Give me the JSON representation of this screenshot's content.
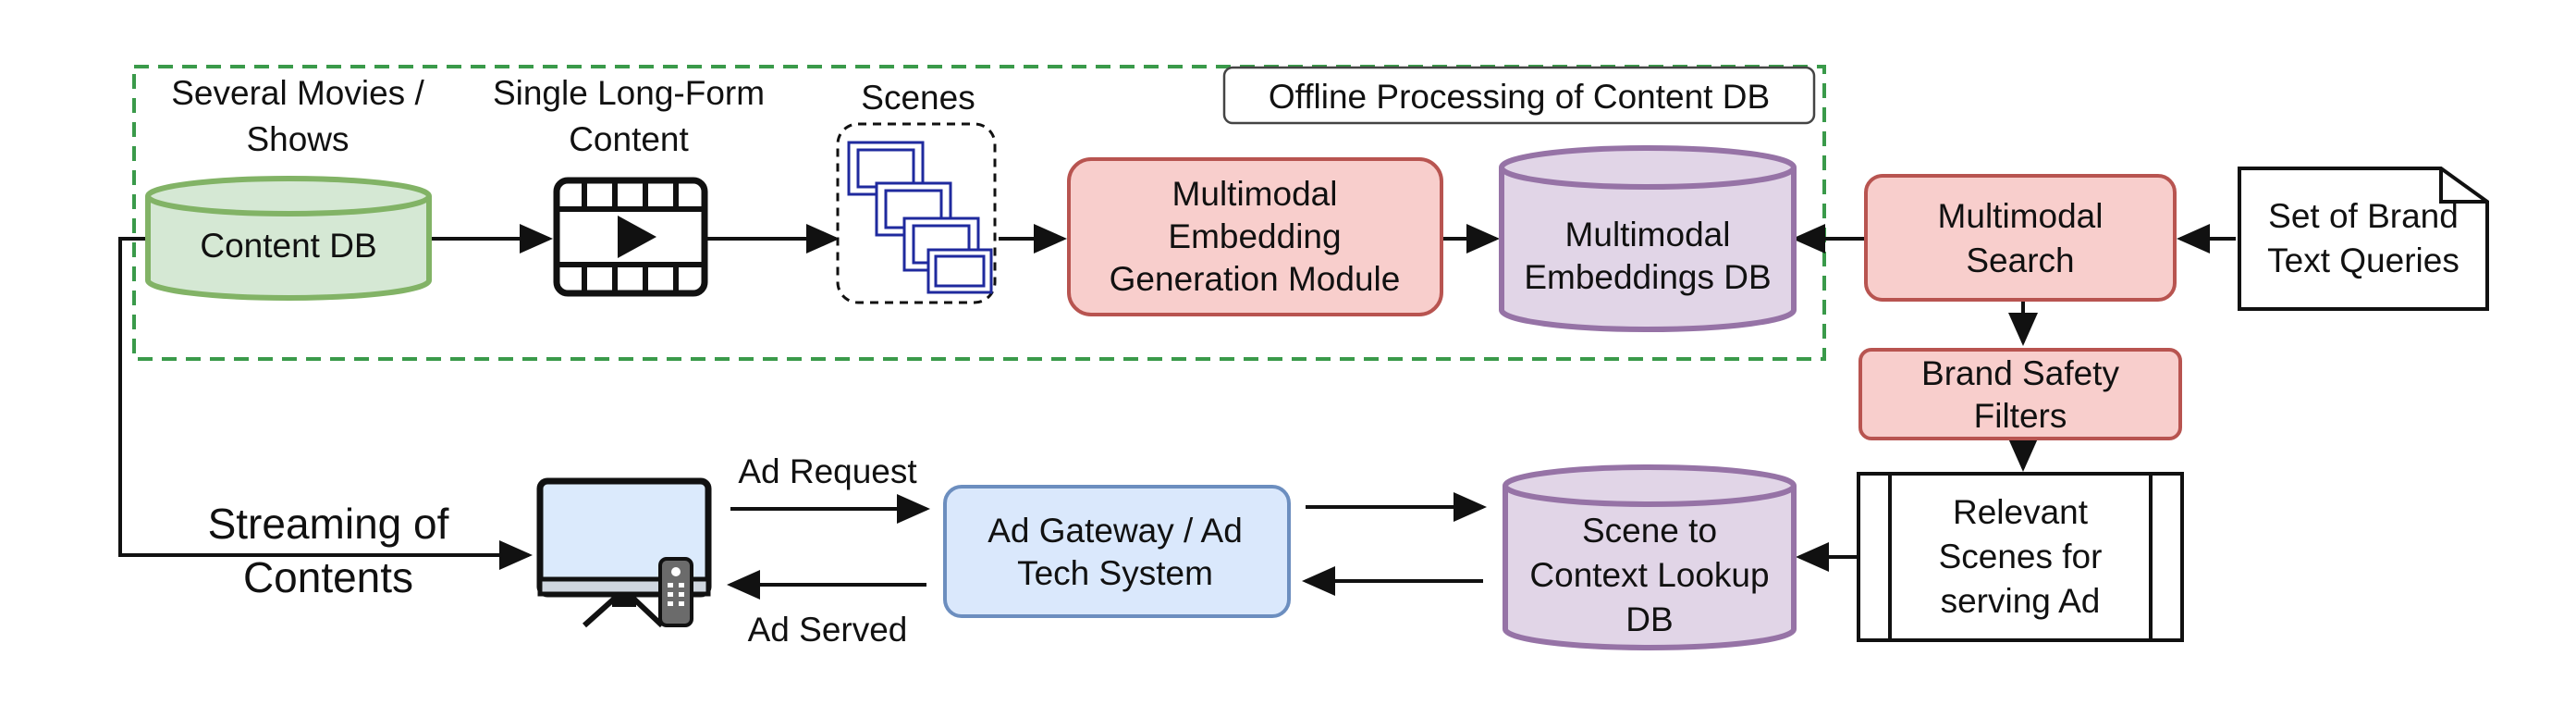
{
  "diagram": {
    "offline_region": {
      "title": "Offline Processing of Content DB"
    },
    "nodes": {
      "content_db": {
        "label": "Content DB",
        "caption_lines": [
          "Several Movies /",
          "Shows"
        ]
      },
      "long_form_content": {
        "caption_lines": [
          "Single Long-Form",
          "Content"
        ]
      },
      "scenes": {
        "caption": "Scenes"
      },
      "embedding_module": {
        "lines": [
          "Multimodal",
          "Embedding",
          "Generation Module"
        ]
      },
      "embeddings_db": {
        "lines": [
          "Multimodal",
          "Embeddings DB"
        ]
      },
      "multimodal_search": {
        "lines": [
          "Multimodal",
          "Search"
        ]
      },
      "brand_queries": {
        "lines": [
          "Set of Brand",
          "Text Queries"
        ]
      },
      "brand_safety": {
        "lines": [
          "Brand Safety",
          "Filters"
        ]
      },
      "relevant_scenes": {
        "lines": [
          "Relevant",
          "Scenes for",
          "serving Ad"
        ]
      },
      "scene_lookup_db": {
        "lines": [
          "Scene to",
          "Context Lookup",
          "DB"
        ]
      },
      "ad_gateway": {
        "lines": [
          "Ad Gateway / Ad",
          "Tech System"
        ]
      },
      "tv_device": {}
    },
    "edge_labels": {
      "streaming": [
        "Streaming of",
        "Contents"
      ],
      "ad_request": "Ad Request",
      "ad_served": "Ad Served"
    },
    "colors": {
      "green_fill": "#d5e8d4",
      "green_stroke": "#82b366",
      "red_fill": "#f8cecc",
      "red_stroke": "#b85450",
      "purple_fill": "#e1d5e7",
      "purple_stroke": "#9673a6",
      "blue_fill": "#dae8fc",
      "blue_stroke": "#6c8ebf",
      "dashed_green": "#3a9a4a",
      "film_blue": "#1f2a9e",
      "tv_screen": "#dbeafc",
      "line": "#111111"
    }
  }
}
